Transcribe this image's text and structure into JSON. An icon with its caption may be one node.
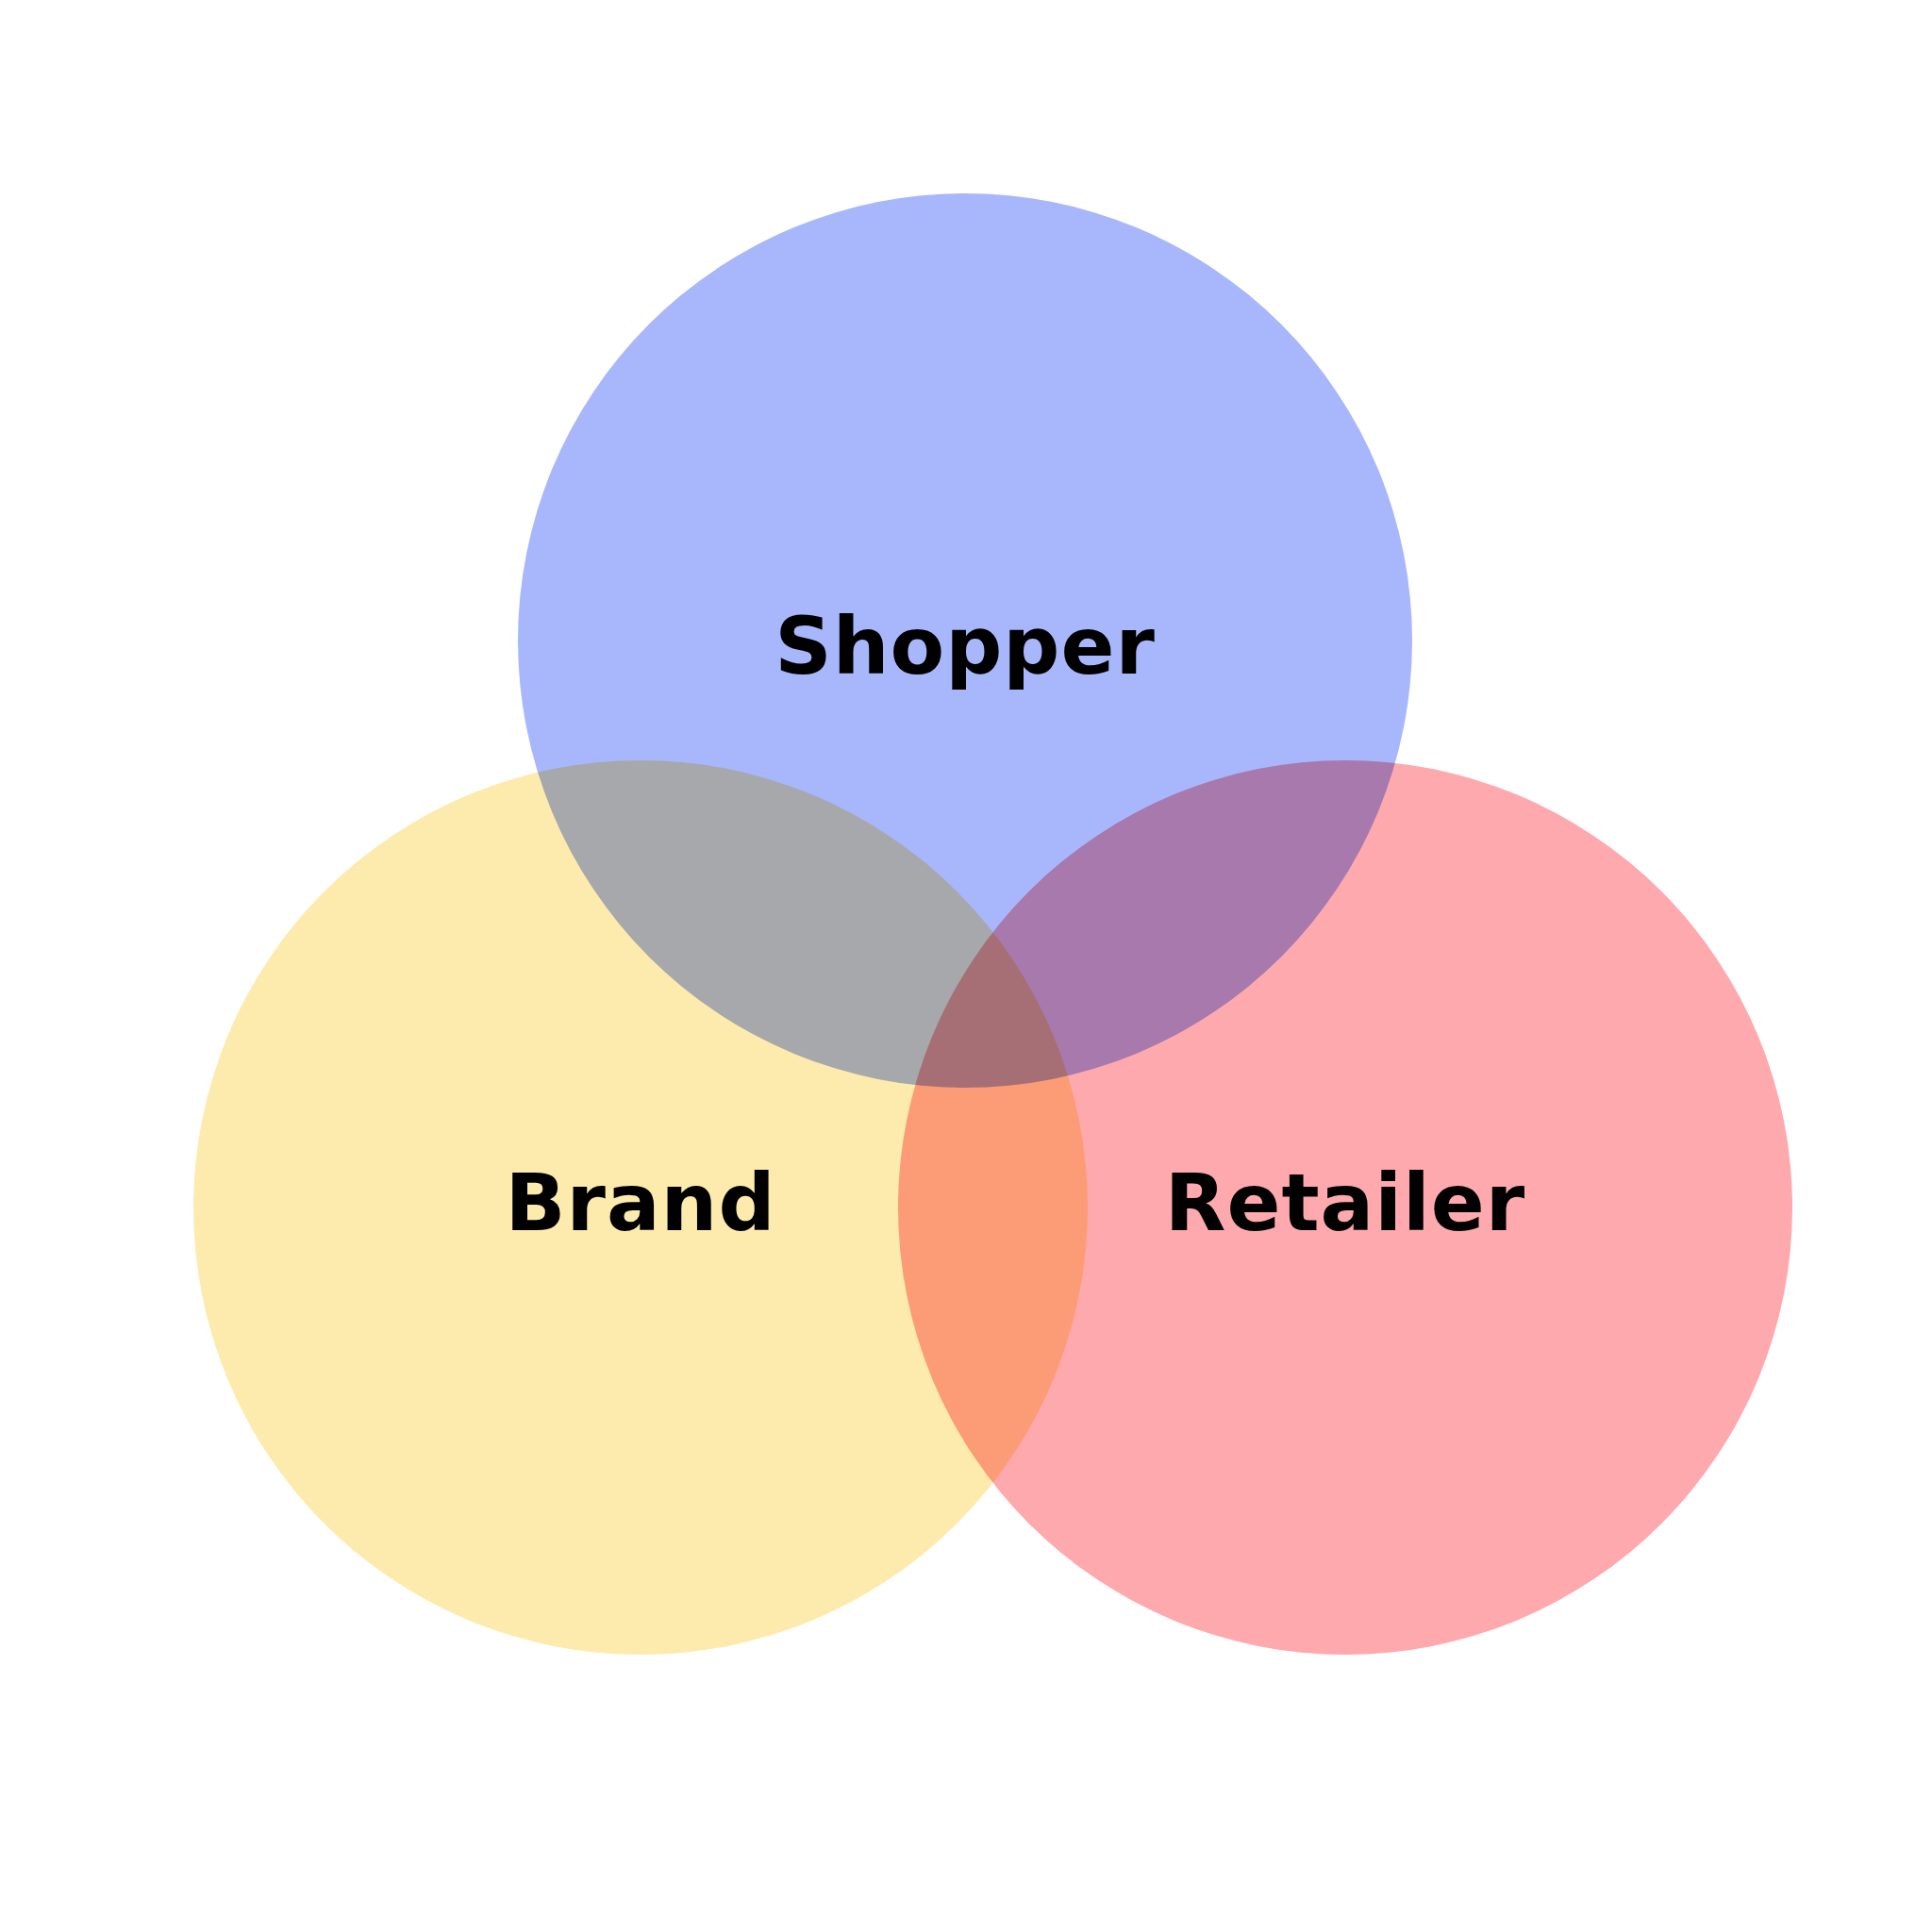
{
  "diagram": {
    "nodes": [
      {
        "text": [
          "Shopper"
        ]
      },
      {
        "text": [
          "Brand"
        ]
      },
      {
        "text": [
          "Retailer"
        ]
      }
    ]
  }
}
